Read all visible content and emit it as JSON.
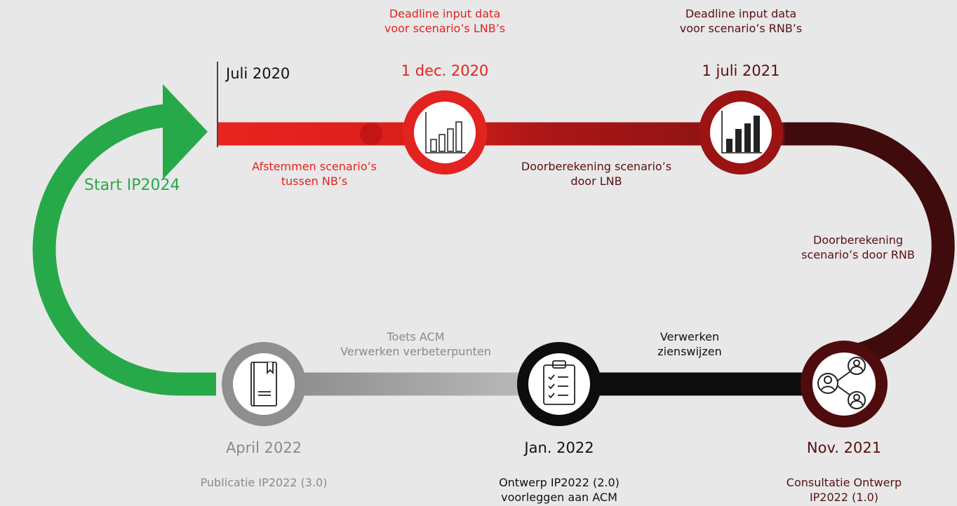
{
  "colors": {
    "background": "#e8e8e8",
    "green": "#27a94a",
    "red": "#e3231f",
    "dark_red": "#9b1313",
    "maroon": "#4e0c0f",
    "black": "#0d0d0d",
    "grey": "#8f8f8f",
    "light_grey": "#b5b5b5"
  },
  "start": {
    "label": "Start IP2024",
    "date": "Juli 2020"
  },
  "milestones": [
    {
      "id": "m1",
      "date": "1 dec. 2020",
      "caption_line1": "Deadline input data",
      "caption_line2": "voor scenario’s LNB’s",
      "icon": "bar-chart-outline-icon"
    },
    {
      "id": "m2",
      "date": "1 juli 2021",
      "caption_line1": "Deadline input data",
      "caption_line2": "voor scenario’s RNB’s",
      "icon": "bar-chart-filled-icon"
    },
    {
      "id": "m3",
      "date": "Nov. 2021",
      "caption_line1": "Consultatie Ontwerp",
      "caption_line2": "IP2022 (1.0)",
      "icon": "people-network-icon"
    },
    {
      "id": "m4",
      "date": "Jan. 2022",
      "caption_line1": "Ontwerp IP2022 (2.0)",
      "caption_line2": "voorleggen aan ACM",
      "icon": "clipboard-checklist-icon"
    },
    {
      "id": "m5",
      "date": "April 2022",
      "caption_line1": "Publicatie IP2022 (3.0)",
      "icon": "book-icon"
    }
  ],
  "phases": {
    "p1": {
      "line1": "Afstemmen scenario’s",
      "line2": "tussen NB’s"
    },
    "p2": {
      "line1": "Doorberekening scenario’s",
      "line2": "door LNB"
    },
    "p3": {
      "line1": "Doorberekening",
      "line2": "scenario’s door RNB"
    },
    "p4": {
      "line1": "Verwerken",
      "line2": "zienswijzen"
    },
    "p5": {
      "line1": "Toets ACM",
      "line2": "Verwerken verbeterpunten"
    }
  }
}
